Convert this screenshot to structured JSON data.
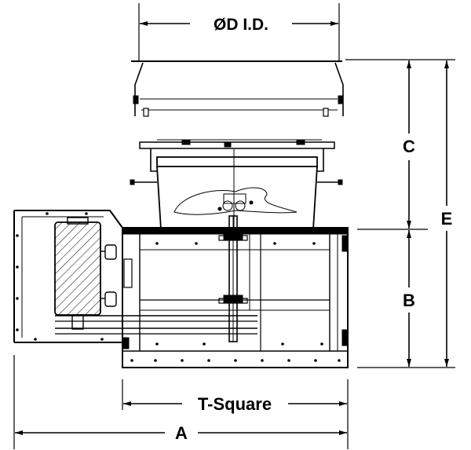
{
  "labels": {
    "diameter": "ØD I.D.",
    "c": "C",
    "e": "E",
    "b": "B",
    "t_square": "T-Square",
    "a": "A"
  },
  "colors": {
    "line": "#000000",
    "background": "#ffffff"
  }
}
